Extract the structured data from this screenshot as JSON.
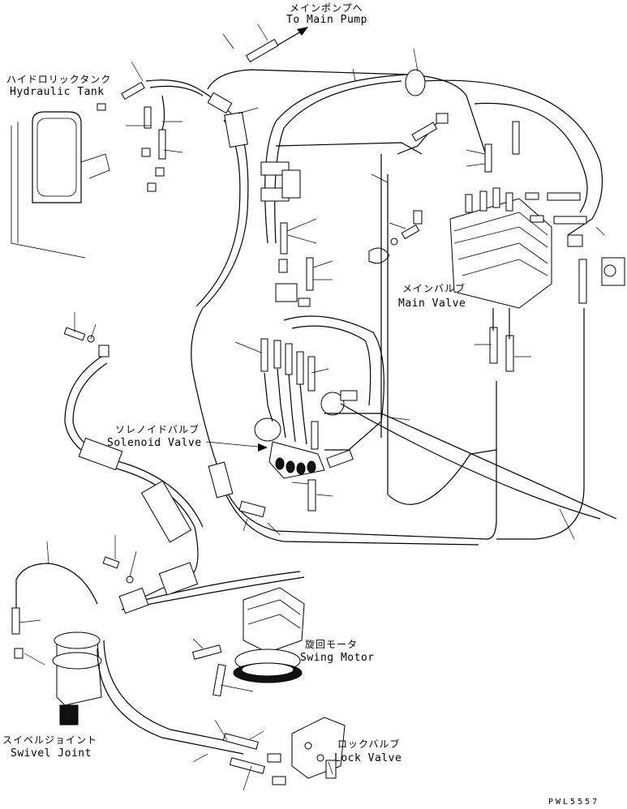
{
  "labels": {
    "main_pump_jp": "メインポンプへ",
    "main_pump_en": "To Main Pump",
    "hydraulic_tank_jp": "ハイドロリックタンク",
    "hydraulic_tank_en": "Hydraulic Tank",
    "main_valve_jp": "メインバルブ",
    "main_valve_en": "Main Valve",
    "solenoid_valve_jp": "ソレノイドバルブ",
    "solenoid_valve_en": "Solenoid Valve",
    "swing_motor_jp": "旋回モータ",
    "swing_motor_en": "Swing Motor",
    "swivel_joint_jp": "スイベルジョイント",
    "swivel_joint_en": "Swivel Joint",
    "lock_valve_jp": "ロックバルブ",
    "lock_valve_en": "Lock Valve",
    "drawing_code": "PWL5557"
  }
}
